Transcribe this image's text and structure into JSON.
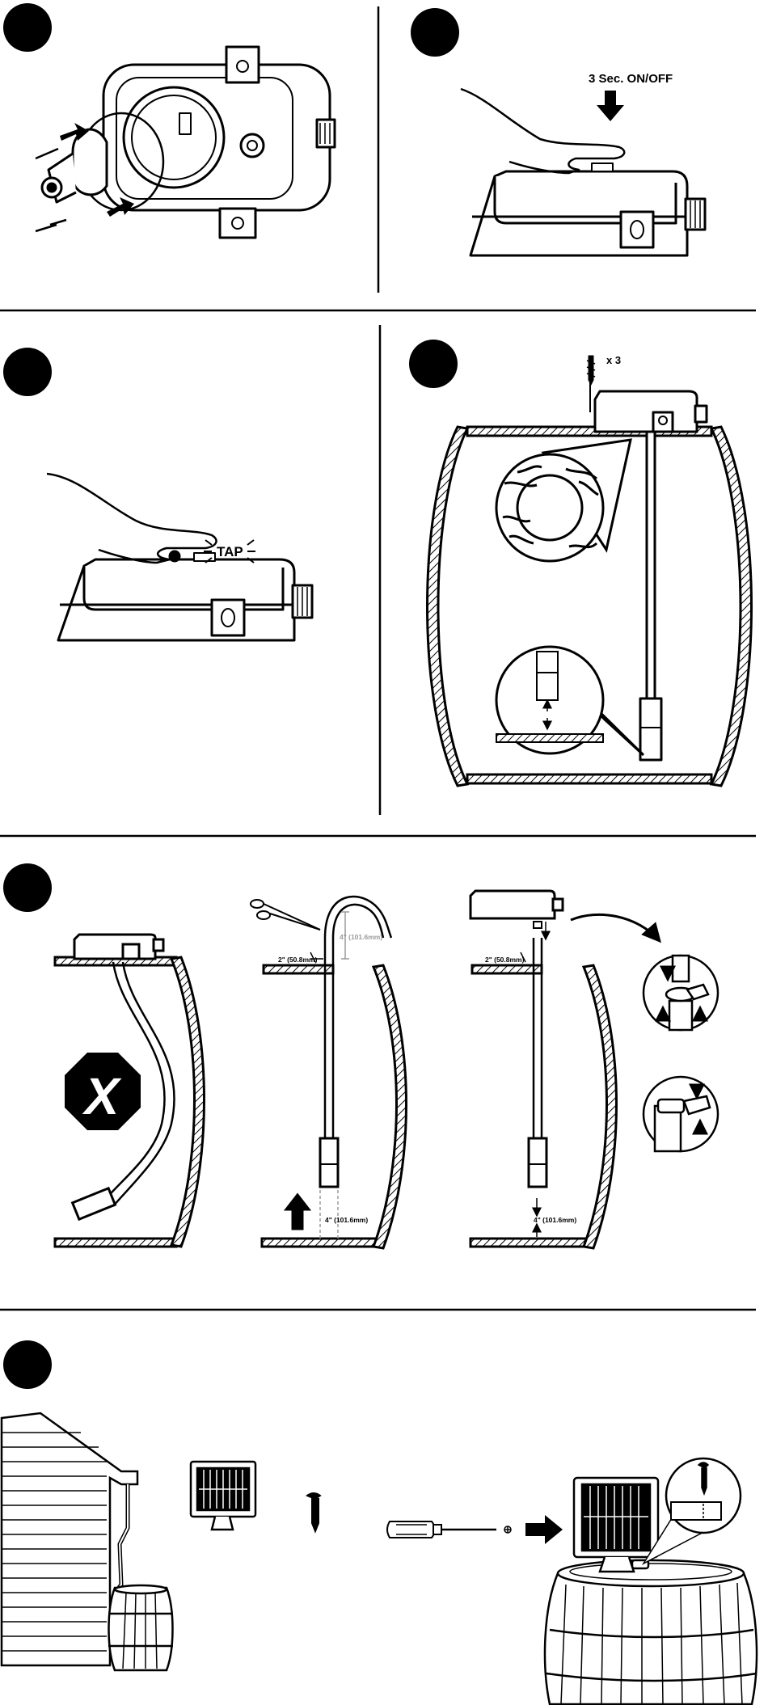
{
  "instructions": {
    "steps": [
      {
        "number": "",
        "name": "attach-pump"
      },
      {
        "number": "",
        "name": "press-power-button",
        "label": "3 Sec. ON/OFF"
      },
      {
        "number": "",
        "name": "tap-button",
        "label": "TAP"
      },
      {
        "number": "",
        "name": "mount-in-barrel",
        "screw_count": "x 3"
      },
      {
        "number": "",
        "name": "cut-hose",
        "measure_top": "2\" (50.8mm)",
        "measure_cut": "4\" (101.6mm)",
        "measure_bottom": "4\" (101.6mm)"
      },
      {
        "number": "",
        "name": "solar-panel-install"
      }
    ],
    "prohibited_symbol": "X"
  },
  "colors": {
    "ink": "#000000",
    "paper": "#ffffff",
    "guide": "#9a9a9a"
  }
}
